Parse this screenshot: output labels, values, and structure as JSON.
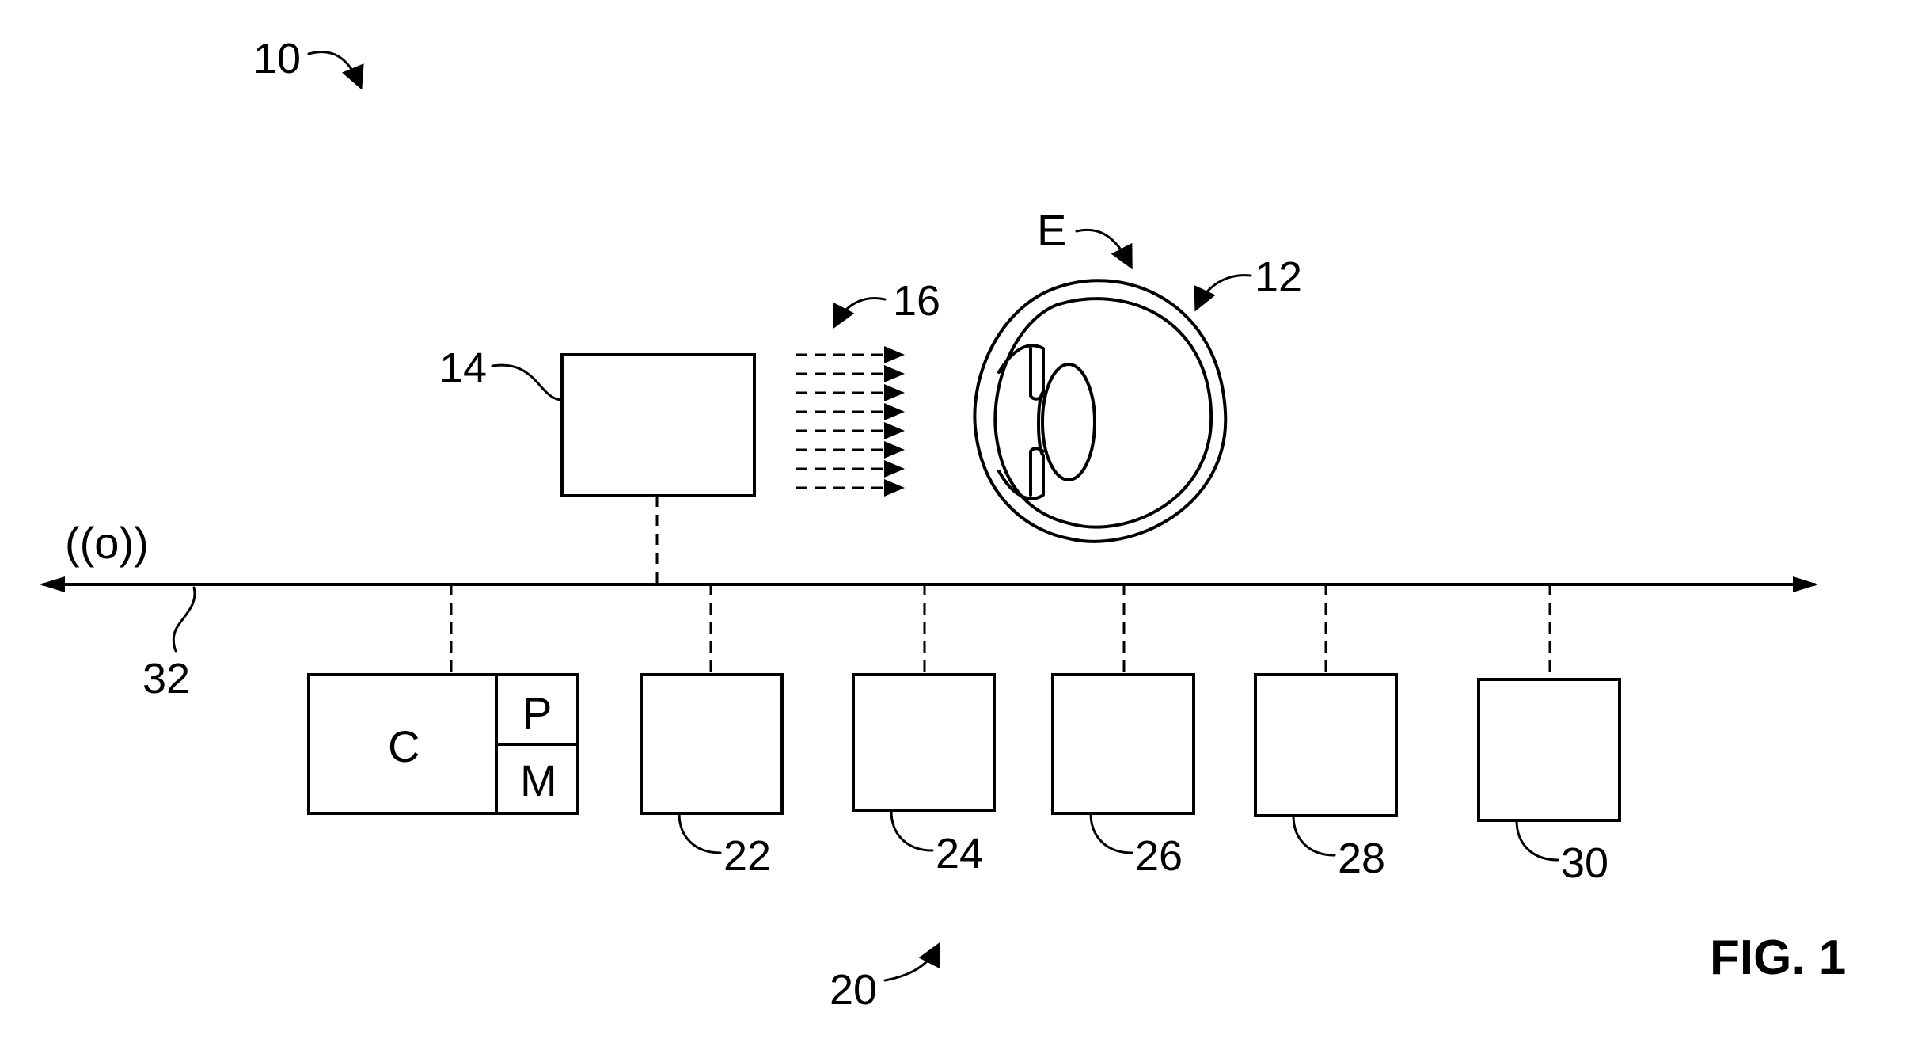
{
  "figure": {
    "caption": "FIG. 1",
    "system_ref": "10",
    "eye_ref": "12",
    "eye_letter": "E",
    "source_ref": "14",
    "light_ref": "16",
    "group_ref": "20",
    "bus_ref": "32",
    "wireless_symbol": "((o))",
    "controller": {
      "main_label": "C",
      "processor_label": "P",
      "memory_label": "M"
    },
    "modules": [
      {
        "ref": "22"
      },
      {
        "ref": "24"
      },
      {
        "ref": "26"
      },
      {
        "ref": "28"
      },
      {
        "ref": "30"
      }
    ]
  }
}
